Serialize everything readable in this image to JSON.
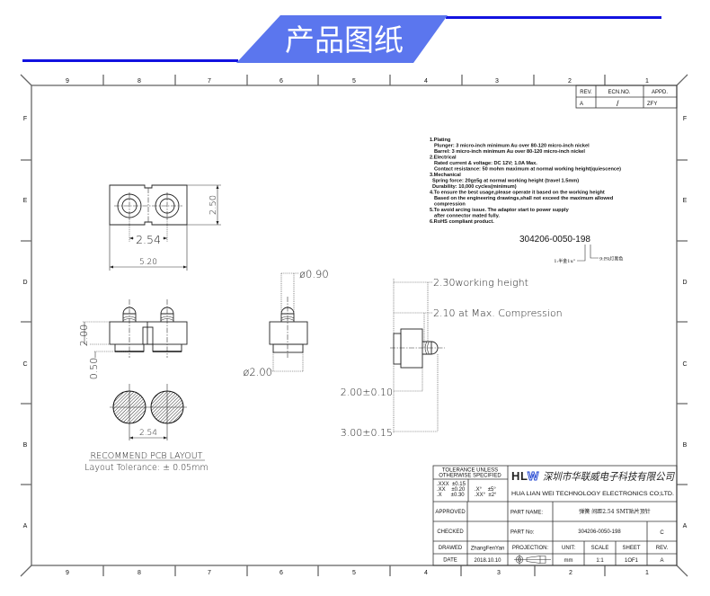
{
  "header": {
    "title": "产品图纸",
    "colors": {
      "banner": "#5b76ee",
      "rule": "#1212e0"
    }
  },
  "frame": {
    "columns_top": [
      "9",
      "8",
      "7",
      "6",
      "5",
      "4",
      "3",
      "2",
      "1"
    ],
    "columns_bottom": [
      "9",
      "8",
      "7",
      "6",
      "5",
      "4",
      "3",
      "2",
      "1"
    ],
    "rows_left": [
      "F",
      "E",
      "D",
      "C",
      "B",
      "A"
    ],
    "rows_right": [
      "F",
      "E",
      "D",
      "C",
      "B",
      "A"
    ]
  },
  "revision_table": {
    "headers": [
      "REV.",
      "ECN.NO.",
      "APPD."
    ],
    "row": [
      "A",
      "/",
      "ZFY"
    ]
  },
  "notes": [
    "1.Plating",
    "Plunger: 3 micro-inch minimum Au over 80-120 micro-inch nickel",
    "Barrel:  3 micro-inch minimum Au over 80-120 micro-inch nickel",
    "2.Electrical",
    "Rated current & voltage: DC 12V; 1.0A Max.",
    "Contact resistance: 50 mohm maximum at normal working height(quiescence)",
    "3.Mechanical",
    "Spring force: 20g±5g at normal working height (travel 1.5mm)",
    "Durability: 10,000 cycles(minimum)",
    "4.To ensure the best usage,please operate it based on the working height",
    "Based on the engineering drawings,shall not exceed the maximum allowed",
    "compression",
    "5.To avoid arcing issue. The adaptor start to power supply",
    "after connector mated fully.",
    "6.RoHS compliant product."
  ],
  "part_code": {
    "number": "304206-0050-198",
    "callout_plating": "1:半金1u\"",
    "callout_material": "9:PA灯黑色"
  },
  "views": {
    "top": {
      "pitch": "2.54",
      "height": "2.50",
      "width": "5.20"
    },
    "side": {
      "body_height": "2.00",
      "base_height": "0.50"
    },
    "pcb": {
      "pitch": "2.54",
      "title": "RECOMMEND PCB LAYOUT",
      "tolerance": "Layout Tolerance: ± 0.05mm"
    },
    "front": {
      "tip_diameter": "ø0.90",
      "base_diameter": "ø2.00"
    },
    "profile": {
      "working_height": "2.30working height",
      "max_compression": "2.10 at Max. Compression",
      "body_length": "2.00±0.10",
      "total_length": "3.00±0.15"
    }
  },
  "title_block": {
    "tolerance_title_1": "TOLERANCE UNLESS",
    "tolerance_title_2": "OTHERWISE SPECIFIED",
    "linear_tolerances": [
      ".XXX  ±0.15",
      ".XX    ±0.20",
      ".X      ±0.30"
    ],
    "angular_tolerances": [
      ".X°    ±5°",
      ".XX°  ±2°"
    ],
    "approved_label": "APPROVED",
    "approved_value": "",
    "checked_label": "CHECKED",
    "checked_value": "",
    "drawed_label": "DRAWED",
    "drawed_value": "ZhangFenYan",
    "date_label": "DATE",
    "date_value": "2018.10.10",
    "logo_h": "H",
    "logo_l": "L",
    "logo_w": "W",
    "company_cn": "深圳市华联威电子科技有限公司",
    "company_en": "HUA LIAN WEI TECHNOLOGY ELECTRONICS CO;LTD.",
    "part_name_label": "PART NAME:",
    "part_name_value": "弹簧 间距2.54 SMT贴片顶针",
    "part_no_label": "PART No:",
    "part_no_value": "304206-0050-198",
    "size_value": "C",
    "projection_label": "PROJECTION:",
    "unit_label": "UNIT:",
    "unit_value": "mm",
    "scale_label": "SCALE",
    "scale_value": "1:1",
    "sheet_label": "SHEET",
    "sheet_value": "1OF1",
    "rev_label": "REV.",
    "rev_value": "A"
  }
}
